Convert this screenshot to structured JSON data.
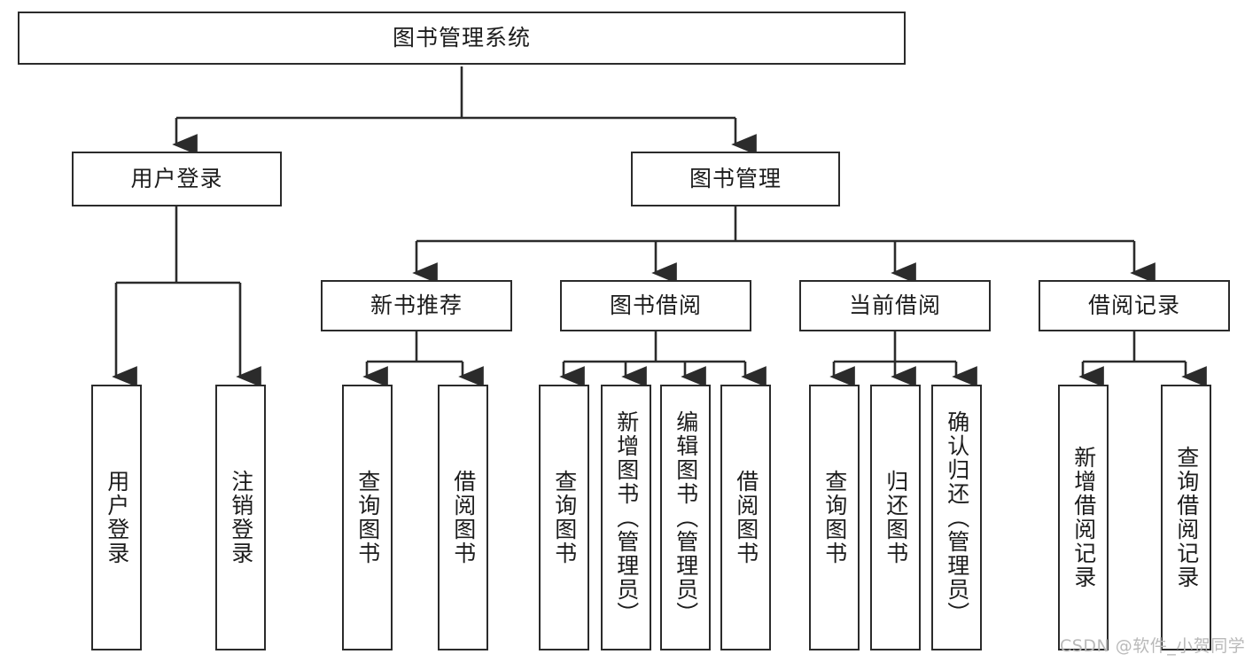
{
  "diagram": {
    "title_node": {
      "label": "图书管理系统"
    },
    "level2": [
      {
        "id": "user-login",
        "label": "用户登录"
      },
      {
        "id": "book-management",
        "label": "图书管理"
      }
    ],
    "level3": [
      {
        "id": "new-book-recommend",
        "label": "新书推荐"
      },
      {
        "id": "book-borrow",
        "label": "图书借阅"
      },
      {
        "id": "current-borrow",
        "label": "当前借阅"
      },
      {
        "id": "borrow-record",
        "label": "借阅记录"
      }
    ],
    "leaves": [
      {
        "id": "leaf-user-login",
        "label": "用户登录"
      },
      {
        "id": "leaf-logout-login",
        "label": "注销登录"
      },
      {
        "id": "leaf-query-book-1",
        "label": "查询图书"
      },
      {
        "id": "leaf-borrow-book-1",
        "label": "借阅图书"
      },
      {
        "id": "leaf-query-book-2",
        "label": "查询图书"
      },
      {
        "id": "leaf-add-book",
        "label": "新增图书（管理员）"
      },
      {
        "id": "leaf-edit-book",
        "label": "编辑图书（管理员）"
      },
      {
        "id": "leaf-borrow-book-2",
        "label": "借阅图书"
      },
      {
        "id": "leaf-query-book-3",
        "label": "查询图书"
      },
      {
        "id": "leaf-return-book",
        "label": "归还图书"
      },
      {
        "id": "leaf-confirm-return",
        "label": "确认归还（管理员）"
      },
      {
        "id": "leaf-add-borrow-record",
        "label": "新增借阅记录"
      },
      {
        "id": "leaf-query-borrow-record",
        "label": "查询借阅记录"
      }
    ],
    "watermark": "CSDN @软件_小贺同学",
    "colors": {
      "stroke": "#2b2b2b",
      "fill": "#ffffff",
      "text": "#1c1c1c",
      "watermark": "#b9b9b9"
    }
  }
}
